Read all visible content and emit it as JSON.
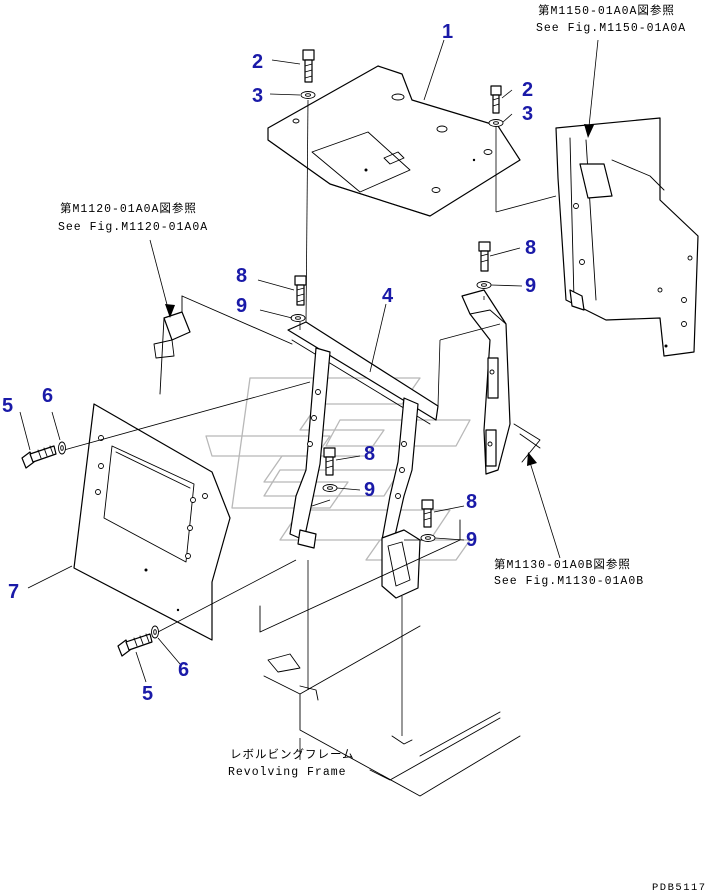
{
  "parts": [
    {
      "id": "p1",
      "number": "1"
    },
    {
      "id": "p2a",
      "number": "2"
    },
    {
      "id": "p3a",
      "number": "3"
    },
    {
      "id": "p2b",
      "number": "2"
    },
    {
      "id": "p3b",
      "number": "3"
    },
    {
      "id": "p8a",
      "number": "8"
    },
    {
      "id": "p9a",
      "number": "9"
    },
    {
      "id": "p8b",
      "number": "8"
    },
    {
      "id": "p9b",
      "number": "9"
    },
    {
      "id": "p4",
      "number": "4"
    },
    {
      "id": "p5a",
      "number": "5"
    },
    {
      "id": "p6a",
      "number": "6"
    },
    {
      "id": "p8c",
      "number": "8"
    },
    {
      "id": "p9c",
      "number": "9"
    },
    {
      "id": "p8d",
      "number": "8"
    },
    {
      "id": "p9d",
      "number": "9"
    },
    {
      "id": "p7",
      "number": "7"
    },
    {
      "id": "p5b",
      "number": "5"
    },
    {
      "id": "p6b",
      "number": "6"
    }
  ],
  "references": {
    "m1150_jp": "第M1150-01A0A図参照",
    "m1150_en": "See Fig.M1150-01A0A",
    "m1120_jp": "第M1120-01A0A図参照",
    "m1120_en": "See Fig.M1120-01A0A",
    "m1130_jp": "第M1130-01A0B図参照",
    "m1130_en": "See Fig.M1130-01A0B",
    "frame_jp": "レボルビングフレーム",
    "frame_en": "Revolving Frame"
  },
  "drawing_code": "PDB5117",
  "colors": {
    "part_number": "#1a1aa8",
    "line": "#000000",
    "watermark": "#b8b8b8"
  }
}
